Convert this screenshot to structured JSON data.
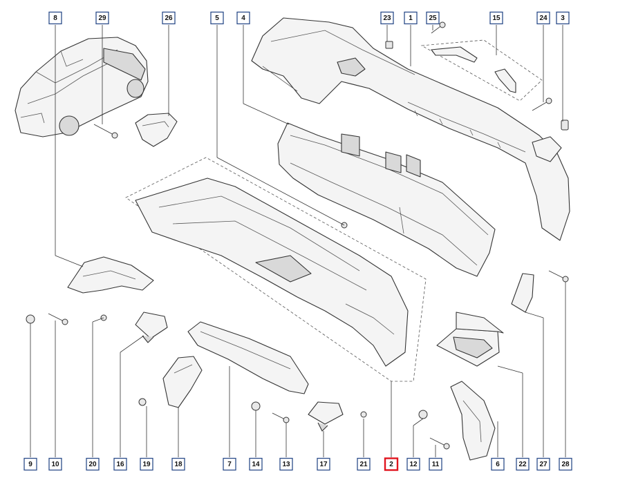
{
  "diagram": {
    "accent_color": "#2c4d8a",
    "highlight_color": "#e0141e",
    "callouts": [
      {
        "id": "c8",
        "label": "8"
      },
      {
        "id": "c29",
        "label": "29"
      },
      {
        "id": "c26",
        "label": "26"
      },
      {
        "id": "c5",
        "label": "5"
      },
      {
        "id": "c4",
        "label": "4"
      },
      {
        "id": "c23",
        "label": "23"
      },
      {
        "id": "c1",
        "label": "1"
      },
      {
        "id": "c25",
        "label": "25"
      },
      {
        "id": "c15",
        "label": "15"
      },
      {
        "id": "c24",
        "label": "24"
      },
      {
        "id": "c3",
        "label": "3"
      },
      {
        "id": "c9",
        "label": "9"
      },
      {
        "id": "c10",
        "label": "10"
      },
      {
        "id": "c20",
        "label": "20"
      },
      {
        "id": "c16",
        "label": "16"
      },
      {
        "id": "c19",
        "label": "19"
      },
      {
        "id": "c18",
        "label": "18"
      },
      {
        "id": "c7",
        "label": "7"
      },
      {
        "id": "c14",
        "label": "14"
      },
      {
        "id": "c13",
        "label": "13"
      },
      {
        "id": "c17",
        "label": "17"
      },
      {
        "id": "c21",
        "label": "21"
      },
      {
        "id": "c2",
        "label": "2",
        "highlighted": true
      },
      {
        "id": "c12",
        "label": "12"
      },
      {
        "id": "c11",
        "label": "11"
      },
      {
        "id": "c6",
        "label": "6"
      },
      {
        "id": "c22",
        "label": "22"
      },
      {
        "id": "c27",
        "label": "27"
      },
      {
        "id": "c28",
        "label": "28"
      }
    ]
  }
}
